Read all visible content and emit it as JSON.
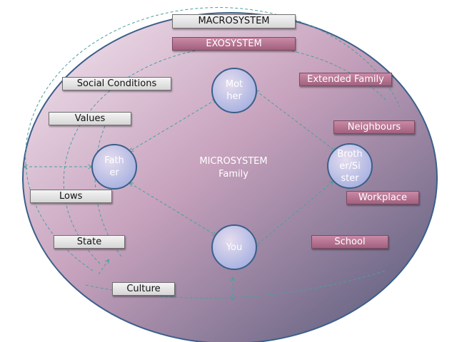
{
  "diagram": {
    "top_labels": {
      "macrosystem": "MACROSYSTEM",
      "exosystem": "EXOSYSTEM"
    },
    "macro_labels": [
      "Social Conditions",
      "Values",
      "Lows",
      "State",
      "Culture"
    ],
    "exo_labels": [
      "Extended Family",
      "Neighbours",
      "Workplace",
      "School"
    ],
    "center": {
      "line1": "MICROSYSTEM",
      "line2": "Family"
    },
    "nodes": {
      "mother": "Mot\nher",
      "father": "Fath\ner",
      "sibling": "Broth\ner/Si\nster",
      "you": "You"
    },
    "colors": {
      "outline": "#3b5f8a",
      "grey_label": "#e0e0e0",
      "pink_label": "#b06f8c",
      "dashed": "#4aa0a0"
    }
  }
}
